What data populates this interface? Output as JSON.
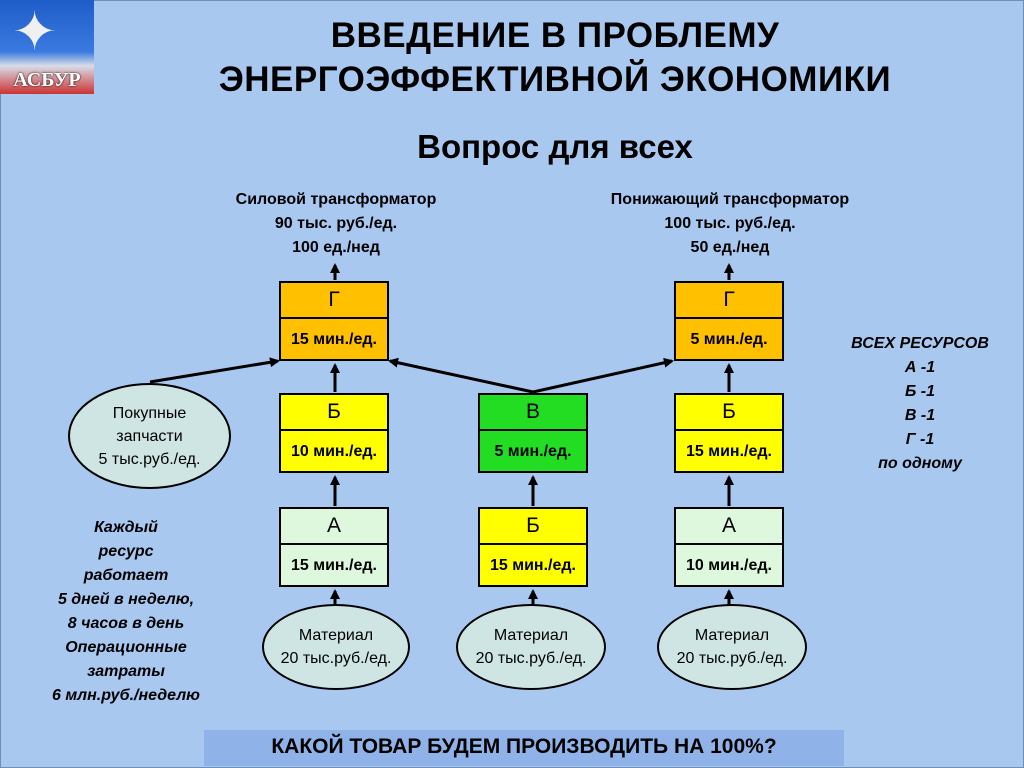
{
  "logo": {
    "text": "АСБУР"
  },
  "title_line1": "ВВЕДЕНИЕ В ПРОБЛЕМУ",
  "title_line2": "ЭНЕРГОЭФФЕКТИВНОЙ ЭКОНОМИКИ",
  "subtitle": "Вопрос для всех",
  "products": [
    {
      "name": "Силовой трансформатор",
      "price": "90 тыс. руб./ед.",
      "demand": "100 ед./нед"
    },
    {
      "name": "Понижающий трансформатор",
      "price": "100 тыс. руб./ед.",
      "demand": "50 ед./нед"
    }
  ],
  "resources": {
    "c1_g": {
      "label": "Г",
      "time": "15 мин./ед."
    },
    "c1_b": {
      "label": "Б",
      "time": "10 мин./ед."
    },
    "c1_a": {
      "label": "А",
      "time": "15 мин./ед."
    },
    "c2_v": {
      "label": "В",
      "time": "5 мин./ед."
    },
    "c2_b": {
      "label": "Б",
      "time": "15 мин./ед."
    },
    "c3_g": {
      "label": "Г",
      "time": "5 мин./ед."
    },
    "c3_b": {
      "label": "Б",
      "time": "15 мин./ед."
    },
    "c3_a": {
      "label": "А",
      "time": "10 мин./ед."
    }
  },
  "parts": {
    "line1": "Покупные",
    "line2": "запчасти",
    "line3": "5 тыс.руб./ед."
  },
  "material": {
    "line1": "Материал",
    "line2": "20 тыс.руб./ед."
  },
  "left_note": [
    "Каждый",
    "ресурс",
    "работает",
    "5 дней в неделю,",
    "8 часов в день",
    "Операционные",
    "затраты",
    "6 млн.руб./неделю"
  ],
  "right_note": [
    "ВСЕХ РЕСУРСОВ",
    "А -1",
    "Б -1",
    "В -1",
    "Г -1",
    "по одному"
  ],
  "question": "КАКОЙ ТОВАР БУДЕМ ПРОИЗВОДИТЬ НА 100%?",
  "colors": {
    "g": "#ffc000",
    "b": "#ffff00",
    "v": "#22dd22",
    "a": "#ddf8dd",
    "background": "#a8c8f0"
  }
}
